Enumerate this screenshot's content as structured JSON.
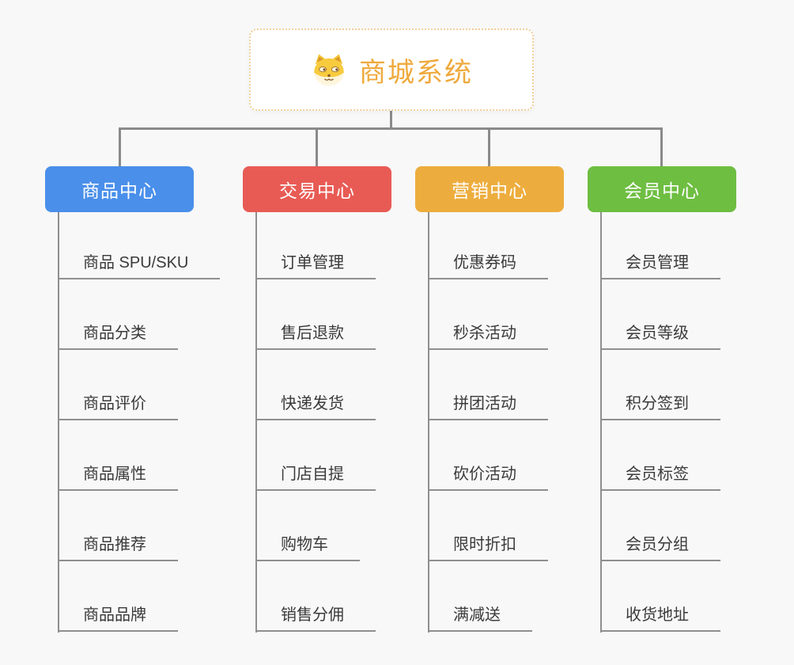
{
  "root": {
    "title": "商城系统",
    "icon": "dog-face-icon"
  },
  "branches": [
    {
      "label": "商品中心",
      "color": "#4A8FEA",
      "items": [
        "商品 SPU/SKU",
        "商品分类",
        "商品评价",
        "商品属性",
        "商品推荐",
        "商品品牌"
      ]
    },
    {
      "label": "交易中心",
      "color": "#E85B55",
      "items": [
        "订单管理",
        "售后退款",
        "快递发货",
        "门店自提",
        "购物车",
        "销售分佣"
      ]
    },
    {
      "label": "营销中心",
      "color": "#EDAD3E",
      "items": [
        "优惠券码",
        "秒杀活动",
        "拼团活动",
        "砍价活动",
        "限时折扣",
        "满减送"
      ]
    },
    {
      "label": "会员中心",
      "color": "#6EBE42",
      "items": [
        "会员管理",
        "会员等级",
        "积分签到",
        "会员标签",
        "会员分组",
        "收货地址"
      ]
    }
  ],
  "colors": {
    "background": "#F8F8F8",
    "connector": "#8A8A8A",
    "underline": "#8F8F8F",
    "item_text": "#3A3A3A",
    "root_text": "#EFA93C",
    "root_border": "#F3CF9B"
  }
}
